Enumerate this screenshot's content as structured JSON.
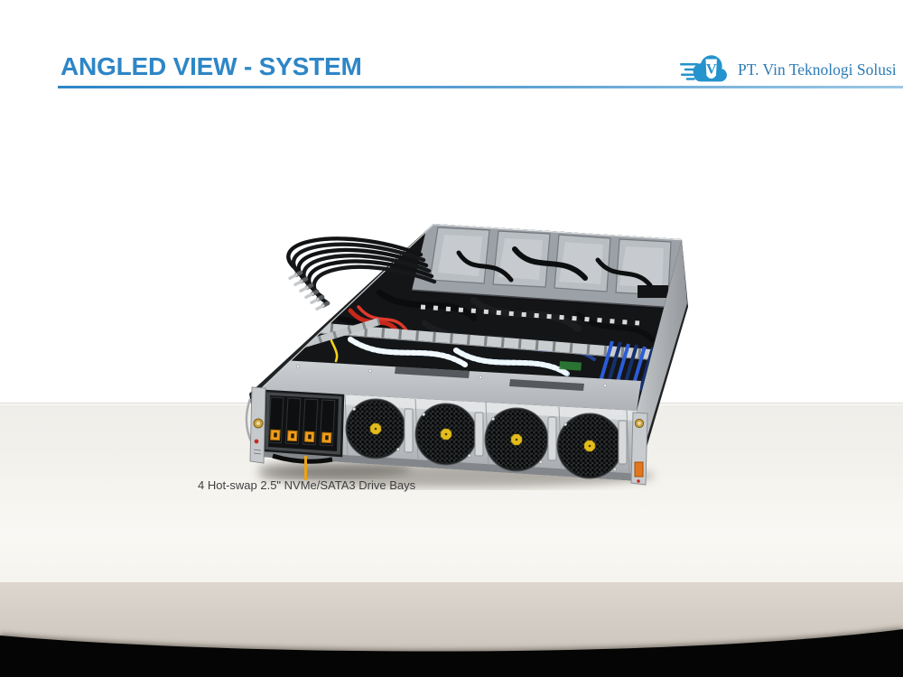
{
  "slide": {
    "title": "ANGLED VIEW - SYSTEM",
    "title_color": "#2E86C6",
    "underline_colors": [
      "#2E86C6",
      "#9CC7E4"
    ]
  },
  "logo": {
    "company_name": "PT. Vin Teknologi Solusi",
    "icon": "cloud-v-speed-icon",
    "monogram": "V",
    "cloud_color": "#2593CD",
    "text_color": "#2C7BB5"
  },
  "figure": {
    "alt": "Angled view of a 2U GPU server system with open top showing cables, GPU trays, fans and drive bays",
    "caption": "4 Hot-swap 2.5\" NVMe/SATA3 Drive Bays",
    "caption_color": "#3F3F3F",
    "callout_line_color": "#ECA312",
    "visible_parts": {
      "drive_bays_count": 4,
      "front_fans_count": 4,
      "gpu_trays_count": 4
    }
  }
}
